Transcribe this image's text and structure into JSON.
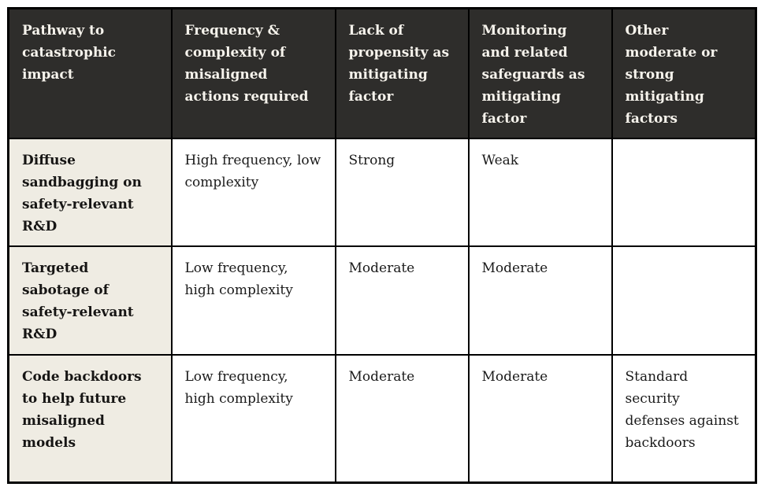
{
  "table": {
    "headers": [
      "Pathway to catastrophic impact",
      "Frequency & complexity of misaligned actions required",
      "Lack of propensity as mitigating factor",
      "Monitoring and related safeguards as mitigating factor",
      "Other moderate or strong mitigating factors"
    ],
    "rows": [
      {
        "pathway": "Diffuse sandbagging on safety-relevant R&D",
        "cells": [
          "High frequency, low complexity",
          "Strong",
          "Weak",
          ""
        ]
      },
      {
        "pathway": "Targeted sabotage of safety-relevant R&D",
        "cells": [
          "Low frequency, high complexity",
          "Moderate",
          "Moderate",
          ""
        ]
      },
      {
        "pathway": "Code backdoors to help future misaligned models",
        "cells": [
          "Low frequency, high complexity",
          "Moderate",
          "Moderate",
          "Standard security defenses against backdoors"
        ]
      }
    ]
  },
  "colors": {
    "header_bg": "#2e2d2b",
    "header_text": "#f6f3ec",
    "row_header_bg": "#efece3",
    "body_text": "#1a1a1a",
    "border": "#000000",
    "page_bg": "#ffffff"
  }
}
